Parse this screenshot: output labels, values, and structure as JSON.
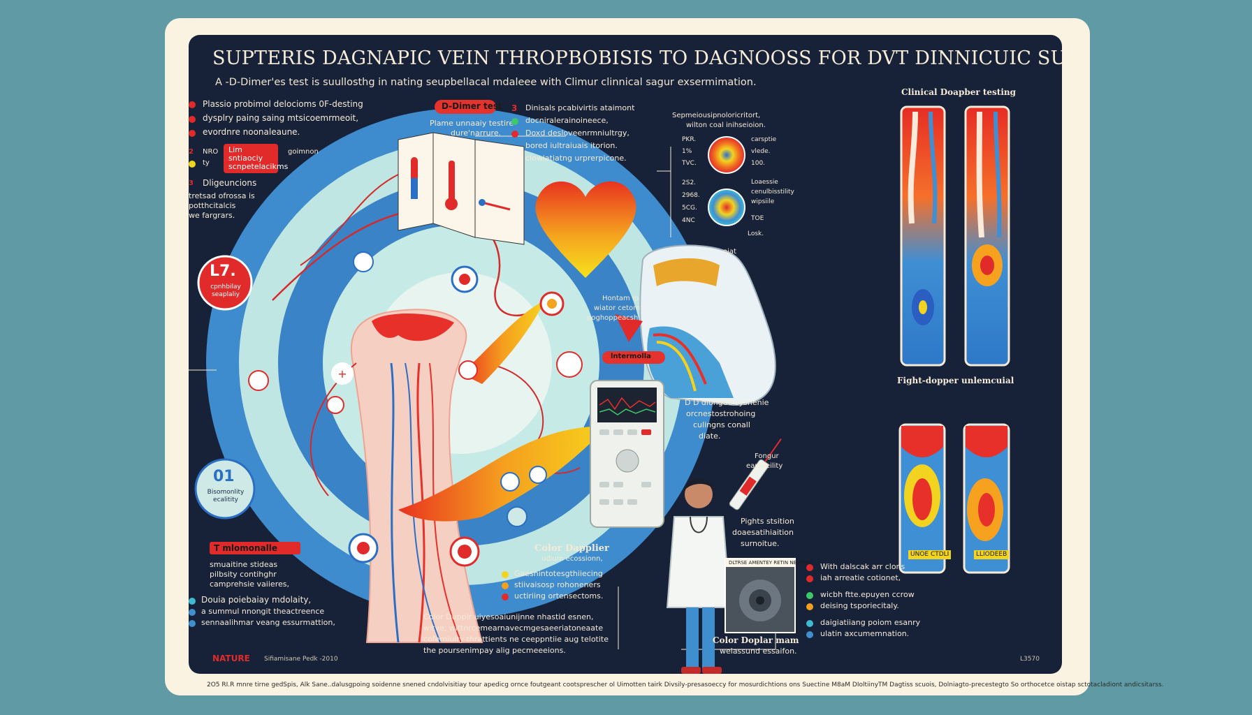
{
  "poster": {
    "title": "SUPTERIS DAGNAPIC VEIN THROPBOBISIS TO  DAGNOOSS FOR DVT   DINNICUIC SUSUCATION",
    "subtitle": "A -D-Dimer'es test is suullosthg in nating seupbellacal mdaleee with Climur clinnical sagur exsermimation.",
    "left_top": [
      "Plassio probimol delocioms 0F-desting",
      "dysplry paing saing mtsicoemrmeoit,",
      "evordnre noonaleaune."
    ],
    "left_badge_num": "2",
    "left_badge_label": "NRO",
    "left_badge_text": "Lim sntiaociy scnpetelacikms",
    "left_badge_tail": "goimnon",
    "left_badge_sub": "ty",
    "left_circle_num": "3",
    "left_circle_head": "Dligeuncions",
    "left_circle_body": [
      "tretsad ofrossa is",
      "potthcitalcis",
      "we fargrars."
    ],
    "stat_big": "L7.",
    "stat_small": "cpnhbilay seaplaliy",
    "stat2_big": "01",
    "stat2_small": "Bisomonlity ecalitity",
    "left_banner": "T mlomonalle",
    "left_bottom_a": [
      "smuaitine stideas",
      "pilbsity contihghr",
      "camprehsie vaiieres,"
    ],
    "left_bottom_b": [
      "Douia poiebaiay mdolaity,",
      "a summul nnongit theactreence",
      "sennaalihmar veang essurmattion,"
    ],
    "ddimer_label": "D-Dimer test",
    "ddimer_desc": [
      "Plame unnaaiy testire",
      "dure'narrure."
    ],
    "mid_num": "3",
    "mid_list": [
      "Dinisals pcabivirtis ataimont",
      "docniralerainoineece,",
      "Doxd desloveenrmniultrgy,",
      "bored iultraiuais itorion.",
      "clowiatiatng urprerpicone."
    ],
    "mid_right_top": [
      "Sepmeiousipnoloricritort,",
      "wilton coal inihseioion."
    ],
    "scan_left": [
      "PKR.",
      "1%",
      "TVC.",
      "2S2.",
      "2968.",
      "5CG.",
      "4NC"
    ],
    "scan_right": [
      "carsptie",
      "vlede.",
      "100.",
      "Loaessie",
      "cenulbisstility",
      "wipsiile",
      "TOE"
    ],
    "scan_small": "Losk.",
    "device_label": "oiat",
    "heart_caption": [
      "Hontam ip",
      "wiator cetorn",
      "poghoppeacsh"
    ],
    "thermo_label": "lntermolla",
    "dd_box": [
      "D D dlongde sysnenie",
      "orcnestostrohoing",
      "culingns conall",
      "diate."
    ],
    "fongur": [
      "Fongur",
      "earsneility"
    ],
    "pights": [
      "Pights stsition",
      "doaesatihiaition",
      "surnoitue."
    ],
    "right_top_label": "Clinical Doapber testing",
    "right_mid_label": "Fight-dopper unlemcuial",
    "tube_labels": [
      "UNOE CTDLI",
      "LLIODEEB"
    ],
    "cd_head": "Color Dapplier",
    "cd_sub": "udium ecossionn,",
    "cd_list": [
      "Gaesnintotesgthiiecing",
      "stiivaisosp rohoneners",
      "uctiriing ortensectoms."
    ],
    "cd2_lines": [
      "Color Dupplr uiyesoaiunijnne nhastid esnen,",
      "witve, wittnrcemearnavecmgesaeeriatoneaate",
      "cofemiuity thrattients ne ceeppntiie aug telotite",
      "the poursenimpay alig pecmeeeions."
    ],
    "cdm_caption": [
      "Color Doplar mam",
      "welassund essaifon."
    ],
    "right_list": [
      "With dalscak arr clons",
      "iah arreatie cotionet,",
      "wicbh ftte.epuyen ccrow",
      "deising tsporiecitaly.",
      "daigiatiiang poiom esanry",
      "ulatin axcumemnation."
    ],
    "ultra_label": "DLTRSE AMENTEY RETIN NEOEMN",
    "credit_brand": "NATURE",
    "credit_text": "Sifiamisane Pedk -2010",
    "credit_num": "L3570",
    "footer": "2O5 RI.R  mnre tirne gedSpis,  Alk Sane..dalusgpoing soidenne snened cndolvisitiay tour apedicg ornce foutgeant cootsprescher ol Uimotten tairk Divsily-presasoeccy for mosurdichtions ons Suectine M8aM DIoltiinyTM Dagtiss scuois,  Dolniagto-precestegto So orthocetce oistap sctotacladiont andicsitarss."
  },
  "colors": {
    "navy": "#172238",
    "red": "#e12b2b",
    "blue": "#3f8fcf",
    "cream": "#faf3e1",
    "teal": "#5f9aa5"
  }
}
